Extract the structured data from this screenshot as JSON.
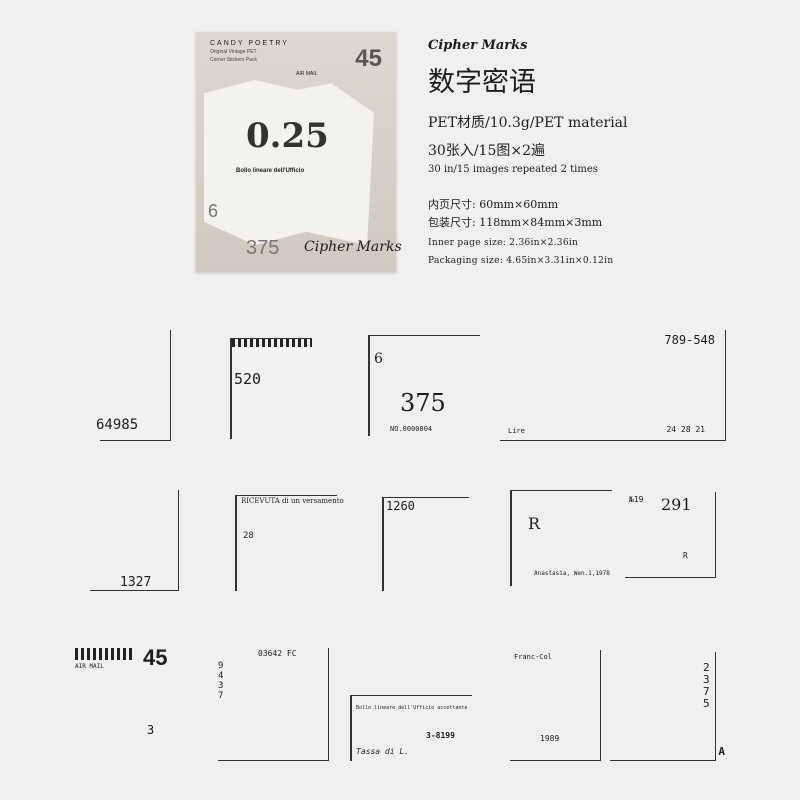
{
  "package": {
    "brand": "CANDY POETRY",
    "subtitle_1": "Original Vintage PET",
    "subtitle_2": "Corner Stickers Pack",
    "number_45": "45",
    "air_mail": "AIR MAIL",
    "number_6": "6",
    "number_375": "375",
    "title_script": "Cipher Marks",
    "bollo": "Bollo lineare dell'Ufficio",
    "big_number": "0.25"
  },
  "info": {
    "title_en": "Cipher Marks",
    "title_cn": "数字密语",
    "material": "PET材质/10.3g/PET material",
    "count_cn": "30张入/15图×2遍",
    "count_en": "30 in/15 images repeated 2 times",
    "inner_size_cn": "内页尺寸: 60mm×60mm",
    "pack_size_cn": "包装尺寸: 118mm×84mm×3mm",
    "inner_size_en": "Inner page size: 2.36in×2.36in",
    "pack_size_en": "Packaging size: 4.65in×3.31in×0.12in"
  },
  "stickers": [
    {
      "main": "64985"
    },
    {
      "main": "520"
    },
    {
      "main": "375",
      "sub": "6",
      "code": "NO.0000004"
    },
    {
      "main": "789-548",
      "sub": "24 28 21",
      "code": "Lire"
    },
    {
      "main": "1327"
    },
    {
      "main": "RICEVUTA di un versamento",
      "sub": "28"
    },
    {
      "main": "1260"
    },
    {
      "main": "R",
      "sub": "Anastasia, Wen.1,1978"
    },
    {
      "main": "№19",
      "sub": "291",
      "code": "R"
    },
    {
      "main": "45",
      "sub": "AIR MAIL",
      "code": "3"
    },
    {
      "main": "03642 FC",
      "sub": "9 4 3 7"
    },
    {
      "main": "Bollo lineare dell'Ufficio accettante",
      "sub": "Tassa di L.",
      "code": "3-8199"
    },
    {
      "main": "Franc-Col",
      "sub": "1989"
    },
    {
      "main": "A",
      "sub": "2 3 7 5"
    }
  ]
}
